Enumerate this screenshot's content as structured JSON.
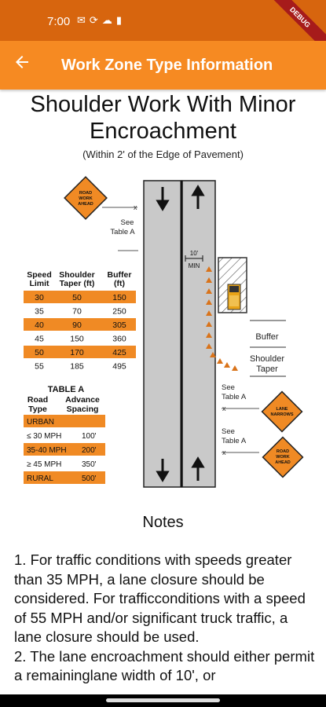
{
  "status_bar": {
    "time": "7:00",
    "icons": [
      "mail-icon",
      "sync-icon",
      "cloud-icon",
      "sim-icon"
    ],
    "debug_banner": "DEBUG"
  },
  "app_bar": {
    "back_icon": "arrow-left-icon",
    "title": "Work Zone Type Information"
  },
  "diagram": {
    "title": "Shoulder Work With Minor Encroachment",
    "subtitle": "(Within 2' of the Edge of Pavement)",
    "sign_top": "ROAD WORK AHEAD",
    "see_table_a": "See Table A",
    "min_label": "10' MIN",
    "speed_table": {
      "headers": [
        "Speed Limit",
        "Shoulder Taper (ft)",
        "Buffer (ft)"
      ],
      "rows": [
        [
          "30",
          "50",
          "150"
        ],
        [
          "35",
          "70",
          "250"
        ],
        [
          "40",
          "90",
          "305"
        ],
        [
          "45",
          "150",
          "360"
        ],
        [
          "50",
          "170",
          "425"
        ],
        [
          "55",
          "185",
          "495"
        ]
      ]
    },
    "table_a": {
      "title": "TABLE A",
      "headers": [
        "Road Type",
        "Advance Spacing"
      ],
      "rows": [
        [
          "URBAN",
          ""
        ],
        [
          "≤ 30 MPH",
          "100'"
        ],
        [
          "35-40 MPH",
          "200'"
        ],
        [
          "≥ 45 MPH",
          "350'"
        ],
        [
          "RURAL",
          "500'"
        ]
      ]
    },
    "buffer_label": "Buffer",
    "shoulder_taper_label": "Shoulder Taper",
    "sign_lane_narrows": "LANE NARROWS",
    "sign_bottom": "ROAD WORK AHEAD",
    "accent_color": "#f08a24"
  },
  "notes": {
    "heading": "Notes",
    "paragraphs": [
      "1. For traffic conditions with speeds greater than 35 MPH, a lane closure should be considered. For trafficconditions with a speed of 55 MPH and/or significant truck traffic, a lane closure should be used.",
      "2. The lane encroachment should either permit a remaininglane width of 10', or"
    ]
  }
}
